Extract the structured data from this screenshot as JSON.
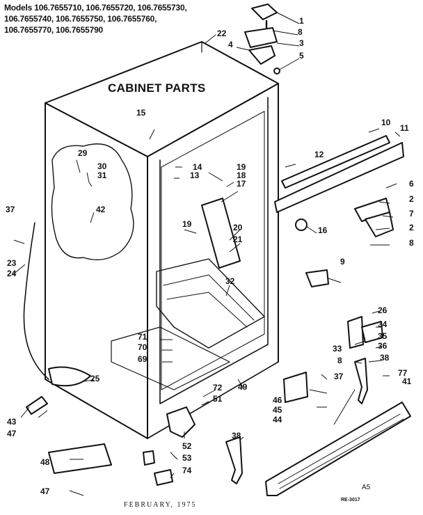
{
  "header": {
    "line1": "Models 106.7655710, 106.7655720, 106.7655730,",
    "line2": "106.7655740, 106.7655750, 106.7655760,",
    "line3": "106.7655770, 106.7655790"
  },
  "title": "CABINET PARTS",
  "footer": {
    "date": "FEBRUARY, 1975",
    "mark": "A5",
    "code": "RE-3017"
  },
  "callouts": [
    "1",
    "8",
    "3",
    "5",
    "4",
    "22",
    "15",
    "10",
    "11",
    "12",
    "14",
    "13",
    "19",
    "18",
    "17",
    "6",
    "2",
    "7",
    "2",
    "8",
    "16",
    "20",
    "21",
    "19",
    "29",
    "30",
    "31",
    "42",
    "37",
    "23",
    "24",
    "9",
    "32",
    "26",
    "34",
    "35",
    "36",
    "33",
    "8",
    "38",
    "37",
    "71",
    "70",
    "69",
    "25",
    "49",
    "46",
    "45",
    "44",
    "77",
    "41",
    "72",
    "51",
    "52",
    "53",
    "74",
    "43",
    "47",
    "38",
    "48",
    "47"
  ]
}
